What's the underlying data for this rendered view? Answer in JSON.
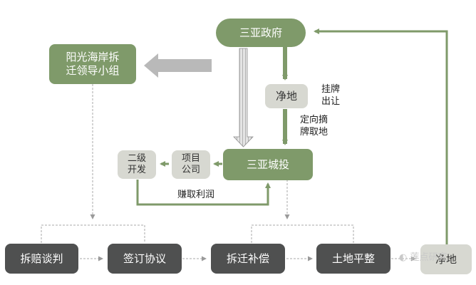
{
  "nodes": {
    "sanya_gov": "三亚政府",
    "leading_group": [
      "阳光海岸拆",
      "迁领导小组"
    ],
    "net_land_top": "净地",
    "sanya_chengtou": "三亚城投",
    "project_company": [
      "项目",
      "公司"
    ],
    "secondary_dev": [
      "二级",
      "开发"
    ],
    "demolition_negotiation": "拆赔谈判",
    "sign_agreement": "签订协议",
    "relocation_compensation": "拆迁补偿",
    "land_leveling": "土地平整",
    "net_land_bottom": "净地"
  },
  "labels": {
    "listing_transfer": [
      "挂牌",
      "出让"
    ],
    "directed_listing": [
      "定向摘",
      "牌取地"
    ],
    "earn_profit": "赚取利润"
  },
  "watermark": "莲点研究",
  "colors": {
    "green": "#7f9a6a",
    "light_grey": "#d7d8d1",
    "dark_grey": "#4f5050",
    "arrow_grey": "#a9a9a9"
  }
}
